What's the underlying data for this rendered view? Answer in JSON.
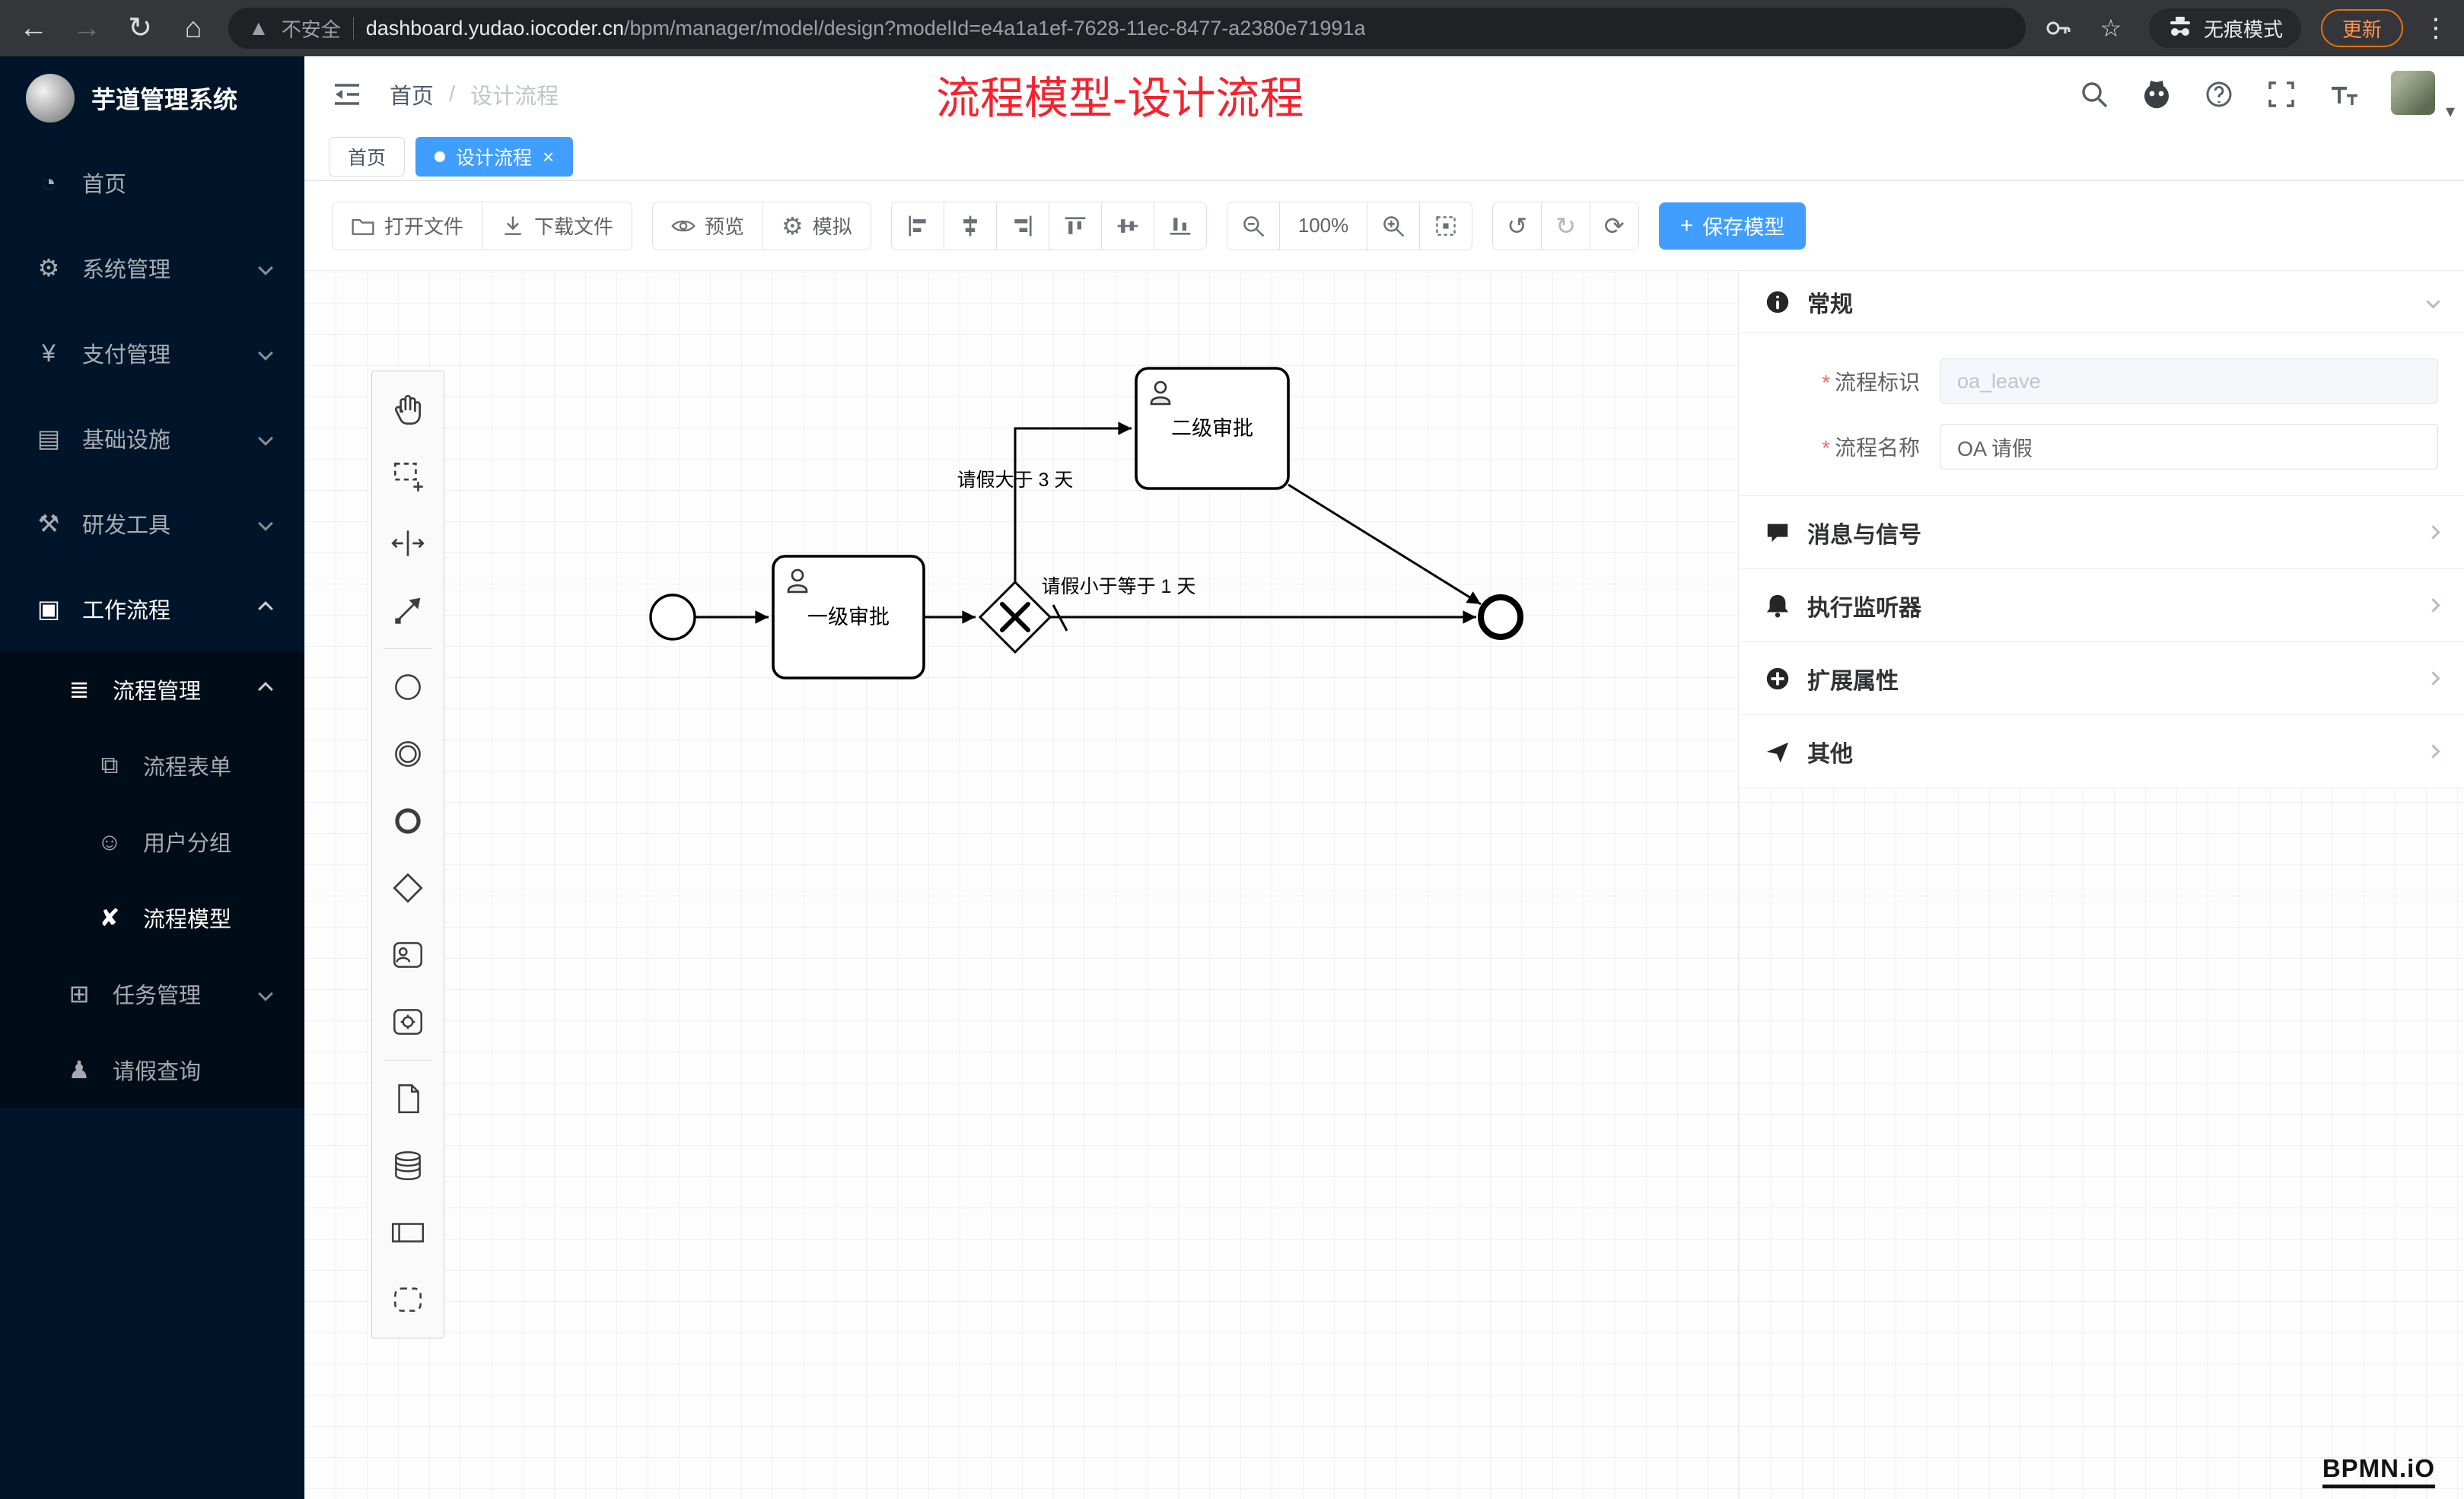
{
  "colors": {
    "accent": "#409eff",
    "sidebar_bg": "#001529",
    "submenu_bg": "#000c17",
    "annotation_red": "#f5222d",
    "update_orange": "#e8710a"
  },
  "browser": {
    "security_label": "不安全",
    "url_domain": "dashboard.yudao.iocoder.cn",
    "url_path": "/bpm/manager/model/design?modelId=e4a1a1ef-7628-11ec-8477-a2380e71991a",
    "incognito_label": "无痕模式",
    "update_label": "更新",
    "nav_icons": [
      "back-icon",
      "forward-icon",
      "reload-icon",
      "home-icon",
      "key-icon",
      "star-icon",
      "incognito-icon",
      "kebab-menu-icon"
    ]
  },
  "sidebar": {
    "title": "芋道管理系统",
    "home": "首页",
    "system": "系统管理",
    "payment": "支付管理",
    "infra": "基础设施",
    "devtools": "研发工具",
    "workflow": "工作流程",
    "process_mgmt": "流程管理",
    "process_form": "流程表单",
    "user_group": "用户分组",
    "process_model": "流程模型",
    "task_mgmt": "任务管理",
    "leave_query": "请假查询"
  },
  "header": {
    "breadcrumb_home": "首页",
    "breadcrumb_sep": "/",
    "breadcrumb_current": "设计流程",
    "annotation": "流程模型-设计流程",
    "icons": [
      "search-icon",
      "github-icon",
      "help-icon",
      "fullscreen-icon",
      "font-size-icon",
      "avatar",
      "dropdown-caret-icon"
    ]
  },
  "tabs": {
    "home": "首页",
    "current": "设计流程",
    "close": "×"
  },
  "toolbar": {
    "open": "打开文件",
    "download": "下载文件",
    "preview": "预览",
    "simulate": "模拟",
    "zoom": "100%",
    "plus": "+",
    "save": "保存模型",
    "icons": [
      "folder-icon",
      "download-icon",
      "eye-icon",
      "gear-icon",
      "align-left-icon",
      "align-center-icon",
      "align-right-icon",
      "align-top-icon",
      "align-middle-icon",
      "align-bottom-icon",
      "zoom-out-icon",
      "zoom-in-icon",
      "fit-viewport-icon",
      "undo-icon",
      "redo-icon",
      "restart-icon"
    ]
  },
  "palette": {
    "tools": [
      "hand-tool",
      "lasso-tool",
      "space-tool",
      "global-connect-tool",
      "create-start-event",
      "create-intermediate-event",
      "create-end-event",
      "create-gateway",
      "create-user-task",
      "create-task",
      "create-data-object",
      "create-data-store",
      "create-participant",
      "create-group"
    ]
  },
  "diagram": {
    "task1": "一级审批",
    "task2": "二级审批",
    "cond_gt": "请假大于 3 天",
    "cond_le": "请假小于等于 1 天"
  },
  "panel": {
    "general": "常规",
    "required_mark": "*",
    "process_key_label": "流程标识",
    "process_key_value": "oa_leave",
    "process_name_label": "流程名称",
    "process_name_value": "OA 请假",
    "messages": "消息与信号",
    "listeners": "执行监听器",
    "ext_props": "扩展属性",
    "other": "其他",
    "icons": [
      "info-icon",
      "message-icon",
      "bell-icon",
      "plus-circle-icon",
      "send-icon"
    ]
  },
  "watermark": {
    "label": "BPMN.iO"
  }
}
